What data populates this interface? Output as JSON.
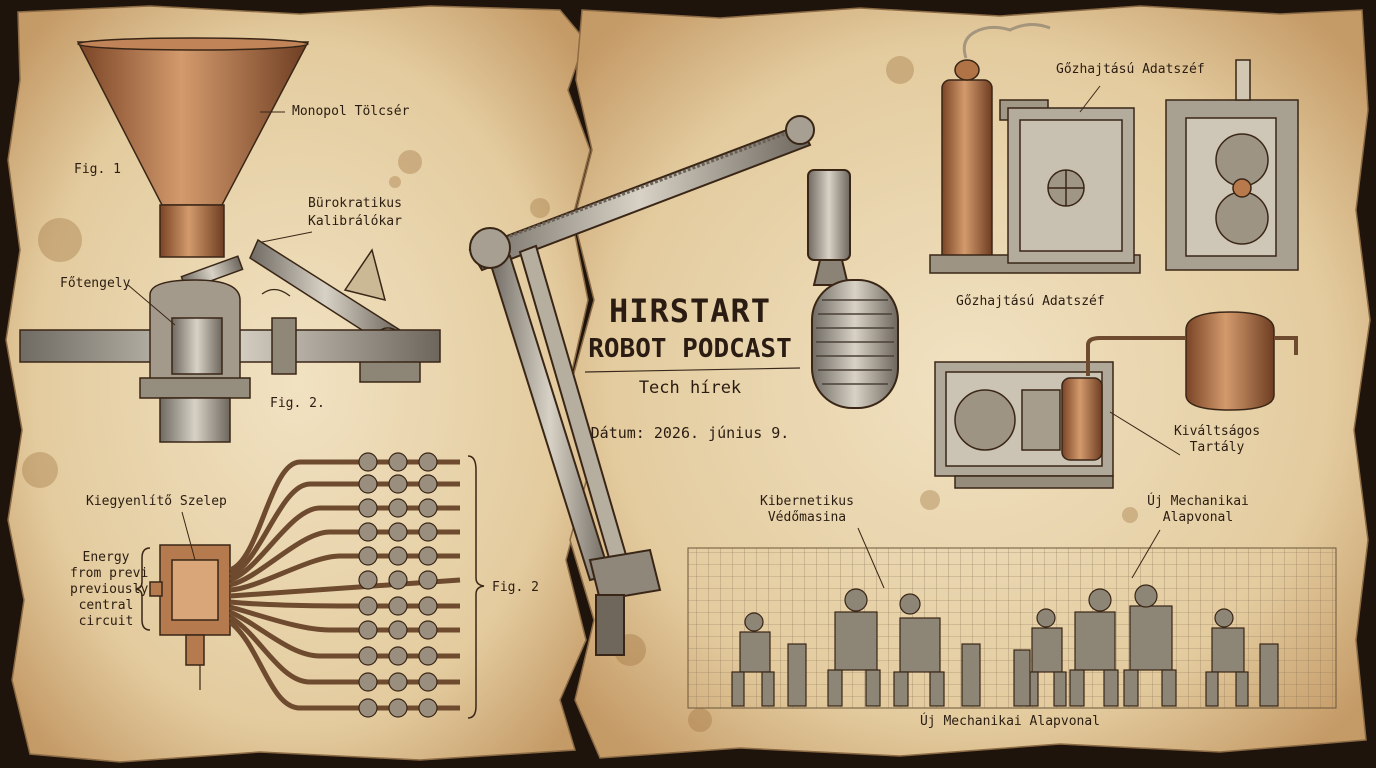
{
  "podcast": {
    "title_line1": "HIRSTART",
    "title_line2": "ROBOT PODCAST",
    "subtitle": "Tech hírek",
    "date": "Dátum: 2026. június 9."
  },
  "labels": {
    "monopol_tolcser": "Monopol Tölcsér",
    "fig1": "Fig. 1",
    "burokratikus_1": "Bürokratikus",
    "burokratikus_2": "Kalibrálókar",
    "fotengely": "Főtengely",
    "fig2_top": "Fig. 2.",
    "kiegyenlito": "Kiegyenlítő Szelep",
    "energy_1": "Energy",
    "energy_2": "from previ",
    "energy_3": "previously",
    "energy_4": "central",
    "energy_5": "circuit",
    "fig2_bottom": "Fig. 2",
    "gozhajtasu_top": "Gőzhajtású Adatszéf",
    "gozhajtasu_bottom": "Gőzhajtású Adatszéf",
    "kivaltsagos_1": "Kiváltságos",
    "kivaltsagos_2": "Tartály",
    "kibernetikus_1": "Kibernetikus",
    "kibernetikus_2": "Védőmasina",
    "uj_mech_1": "Új Mechanikai",
    "uj_mech_2": "Alapvonal",
    "uj_mech_bottom": "Új Mechanikai Alapvonal"
  },
  "colors": {
    "paper": "#e9d6b2",
    "paper_dark": "#c9a777",
    "ink": "#2b1d12",
    "copper": "#b8764c",
    "steel": "#a9a295"
  }
}
